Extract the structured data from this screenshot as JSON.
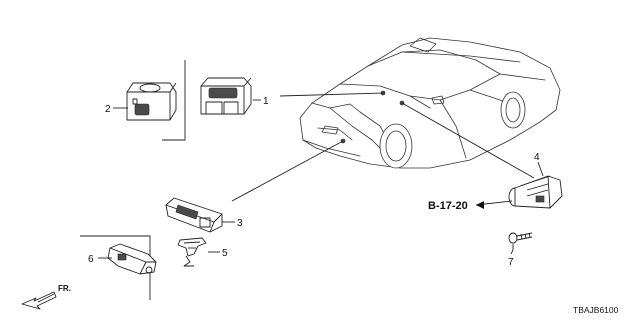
{
  "callouts": [
    "1",
    "2",
    "3",
    "4",
    "5",
    "6",
    "7"
  ],
  "reference": "B-17-20",
  "direction_label": "FR.",
  "diagram_code": "TBAJB6100"
}
